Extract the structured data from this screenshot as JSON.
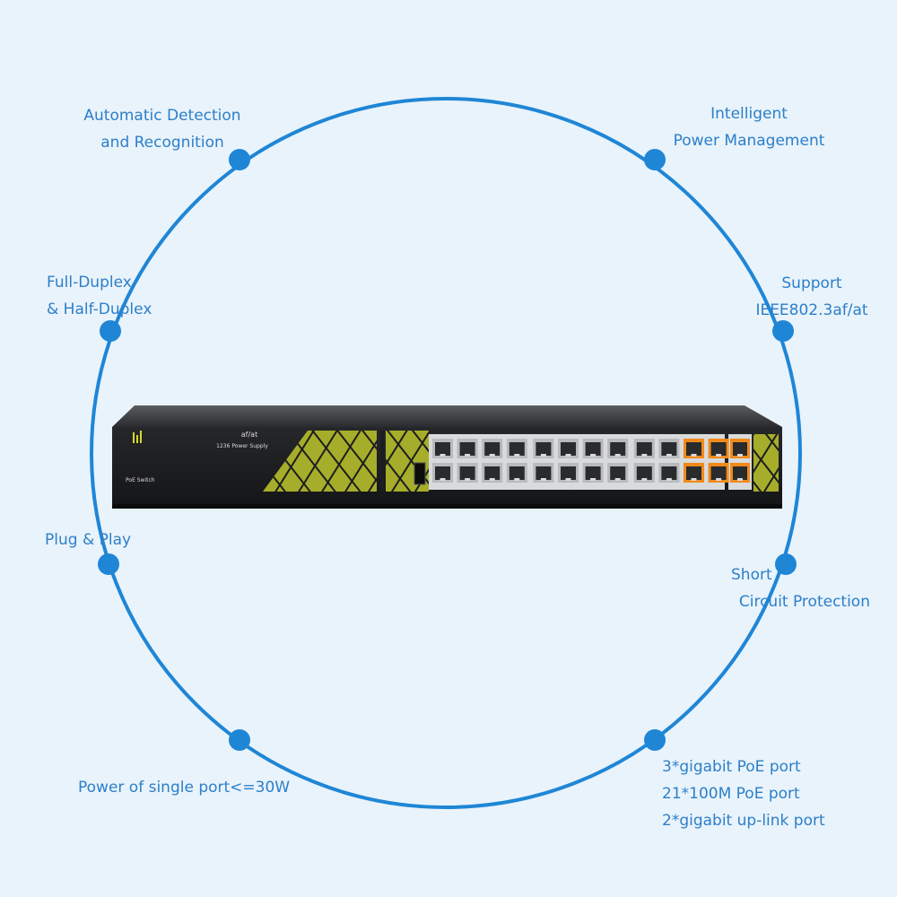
{
  "colors": {
    "background": "#e9f3fb",
    "circle": "#1f86d6",
    "dot": "#1f86d6",
    "text": "#2c7fc9",
    "device_body": "#1c1d1f",
    "accent_panel": "#a6ad2a",
    "port_highlight": "#f08a1a"
  },
  "features": {
    "auto_detect": [
      "Automatic Detection",
      "and Recognition"
    ],
    "power_mgmt": [
      "Intelligent",
      "Power Management"
    ],
    "duplex": [
      "Full-Duplex",
      "& Half-Duplex"
    ],
    "ieee": [
      "Support",
      "IEEE802.3af/at"
    ],
    "plug_play": [
      "Plug & Play"
    ],
    "short_circuit": [
      "Short",
      "Circuit Protection"
    ],
    "single_port_power": [
      "Power of single port<=30W"
    ],
    "ports": [
      "3*gigabit PoE port",
      "21*100M PoE port",
      "2*gigabit up-link port"
    ]
  },
  "device": {
    "label_standard": "af/at",
    "label_supply": "1236 Power Supply",
    "label_model": "PoE Switch"
  }
}
